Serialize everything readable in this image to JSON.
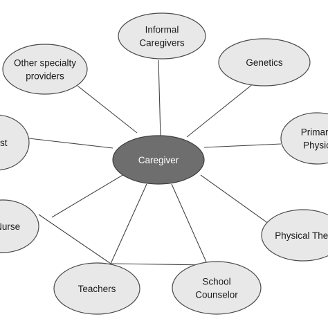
{
  "center": {
    "label": "Caregiver"
  },
  "nodes": [
    {
      "id": "informal-caregivers",
      "lines": [
        "Informal",
        "Caregivers"
      ]
    },
    {
      "id": "genetics",
      "lines": [
        "Genetics"
      ]
    },
    {
      "id": "other-specialty-providers",
      "lines": [
        "Other specialty",
        "providers"
      ]
    },
    {
      "id": "primary-physician",
      "lines": [
        "Primary",
        "Physic"
      ]
    },
    {
      "id": "therapist",
      "lines": [
        "rapist"
      ]
    },
    {
      "id": "school-nurse",
      "lines": [
        "ol Nurse"
      ]
    },
    {
      "id": "physical-therapist",
      "lines": [
        "Physical Ther"
      ]
    },
    {
      "id": "teachers",
      "lines": [
        "Teachers"
      ]
    },
    {
      "id": "school-counselor",
      "lines": [
        "School",
        "Counselor"
      ]
    }
  ]
}
